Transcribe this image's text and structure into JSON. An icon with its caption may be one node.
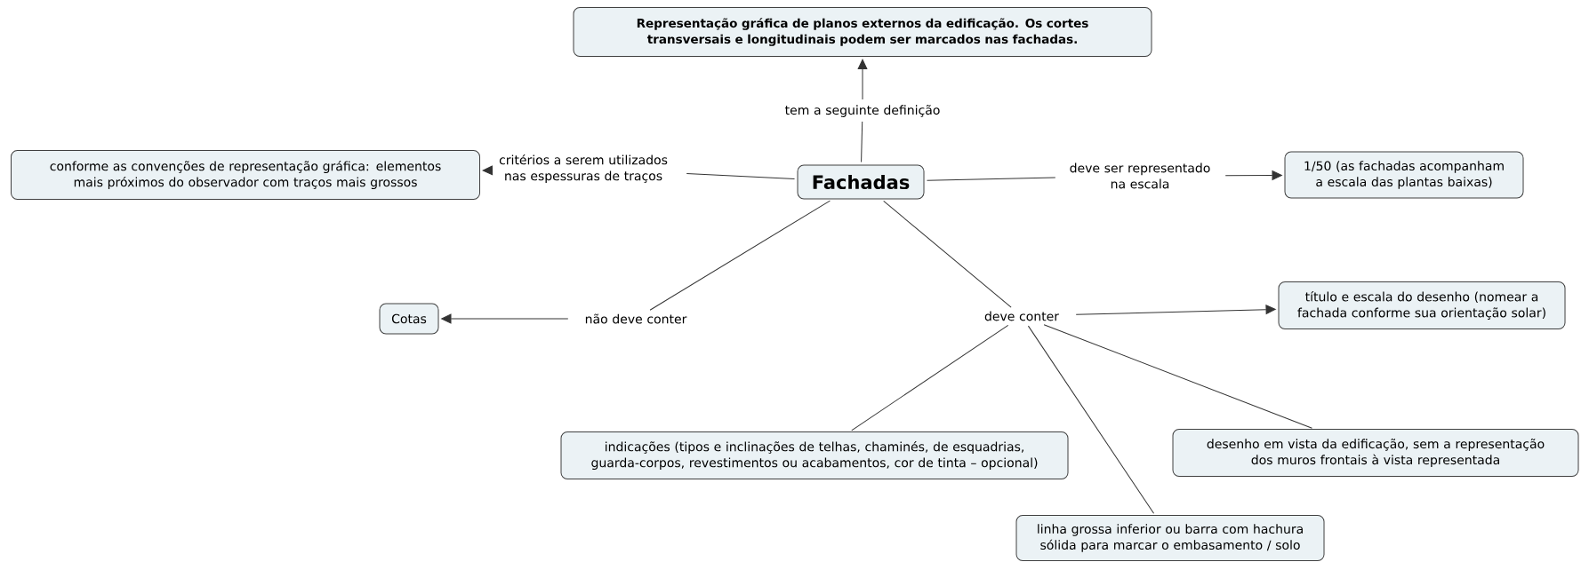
{
  "diagram": {
    "nodes": [
      {
        "text": [
          "Representação gráfica de planos externos da edificação. Os cortes transversais e longitudinais podem ser marcados nas fachadas."
        ]
      },
      {
        "text": [
          "tem a seguinte definição"
        ]
      },
      {
        "text": [
          "conforme as convenções de representação gráfica: elementos mais próximos do observador com traços mais grossos"
        ]
      },
      {
        "text": [
          "critérios a serem utilizados nas espessuras de traços"
        ]
      },
      {
        "text": [
          "Fachadas"
        ]
      },
      {
        "text": [
          "deve ser representado na escala"
        ]
      },
      {
        "text": [
          "1/50 (as fachadas acompanham a escala das plantas baixas)"
        ]
      },
      {
        "text": [
          "Cotas"
        ]
      },
      {
        "text": [
          "não deve conter"
        ]
      },
      {
        "text": [
          "deve conter"
        ]
      },
      {
        "text": [
          "título e escala do desenho (nomear a fachada conforme sua orientação solar)"
        ]
      },
      {
        "text": [
          "indicações (tipos e inclinações de telhas, chaminés, de esquadrias, guarda-corpos, revestimentos ou acabamentos, cor de tinta – opcional)"
        ]
      },
      {
        "text": [
          "desenho em vista da edificação, sem a representação dos muros frontais à vista representada"
        ]
      },
      {
        "text": [
          "linha grossa inferior ou barra com hachura sólida para marcar o embasamento / solo"
        ]
      }
    ],
    "edges": [
      {
        "from": 4,
        "to": 1,
        "arrow": "none"
      },
      {
        "from": 1,
        "to": 0,
        "arrow": "to"
      },
      {
        "from": 4,
        "to": 3,
        "arrow": "none"
      },
      {
        "from": 3,
        "to": 2,
        "arrow": "to"
      },
      {
        "from": 4,
        "to": 5,
        "arrow": "none"
      },
      {
        "from": 5,
        "to": 6,
        "arrow": "to"
      },
      {
        "from": 4,
        "to": 8,
        "arrow": "none"
      },
      {
        "from": 8,
        "to": 7,
        "arrow": "to"
      },
      {
        "from": 4,
        "to": 9,
        "arrow": "none"
      },
      {
        "from": 9,
        "to": 10,
        "arrow": "to"
      },
      {
        "from": 9,
        "to": 11,
        "arrow": "none"
      },
      {
        "from": 9,
        "to": 13,
        "arrow": "none"
      },
      {
        "from": 9,
        "to": 12,
        "arrow": "none"
      }
    ]
  }
}
